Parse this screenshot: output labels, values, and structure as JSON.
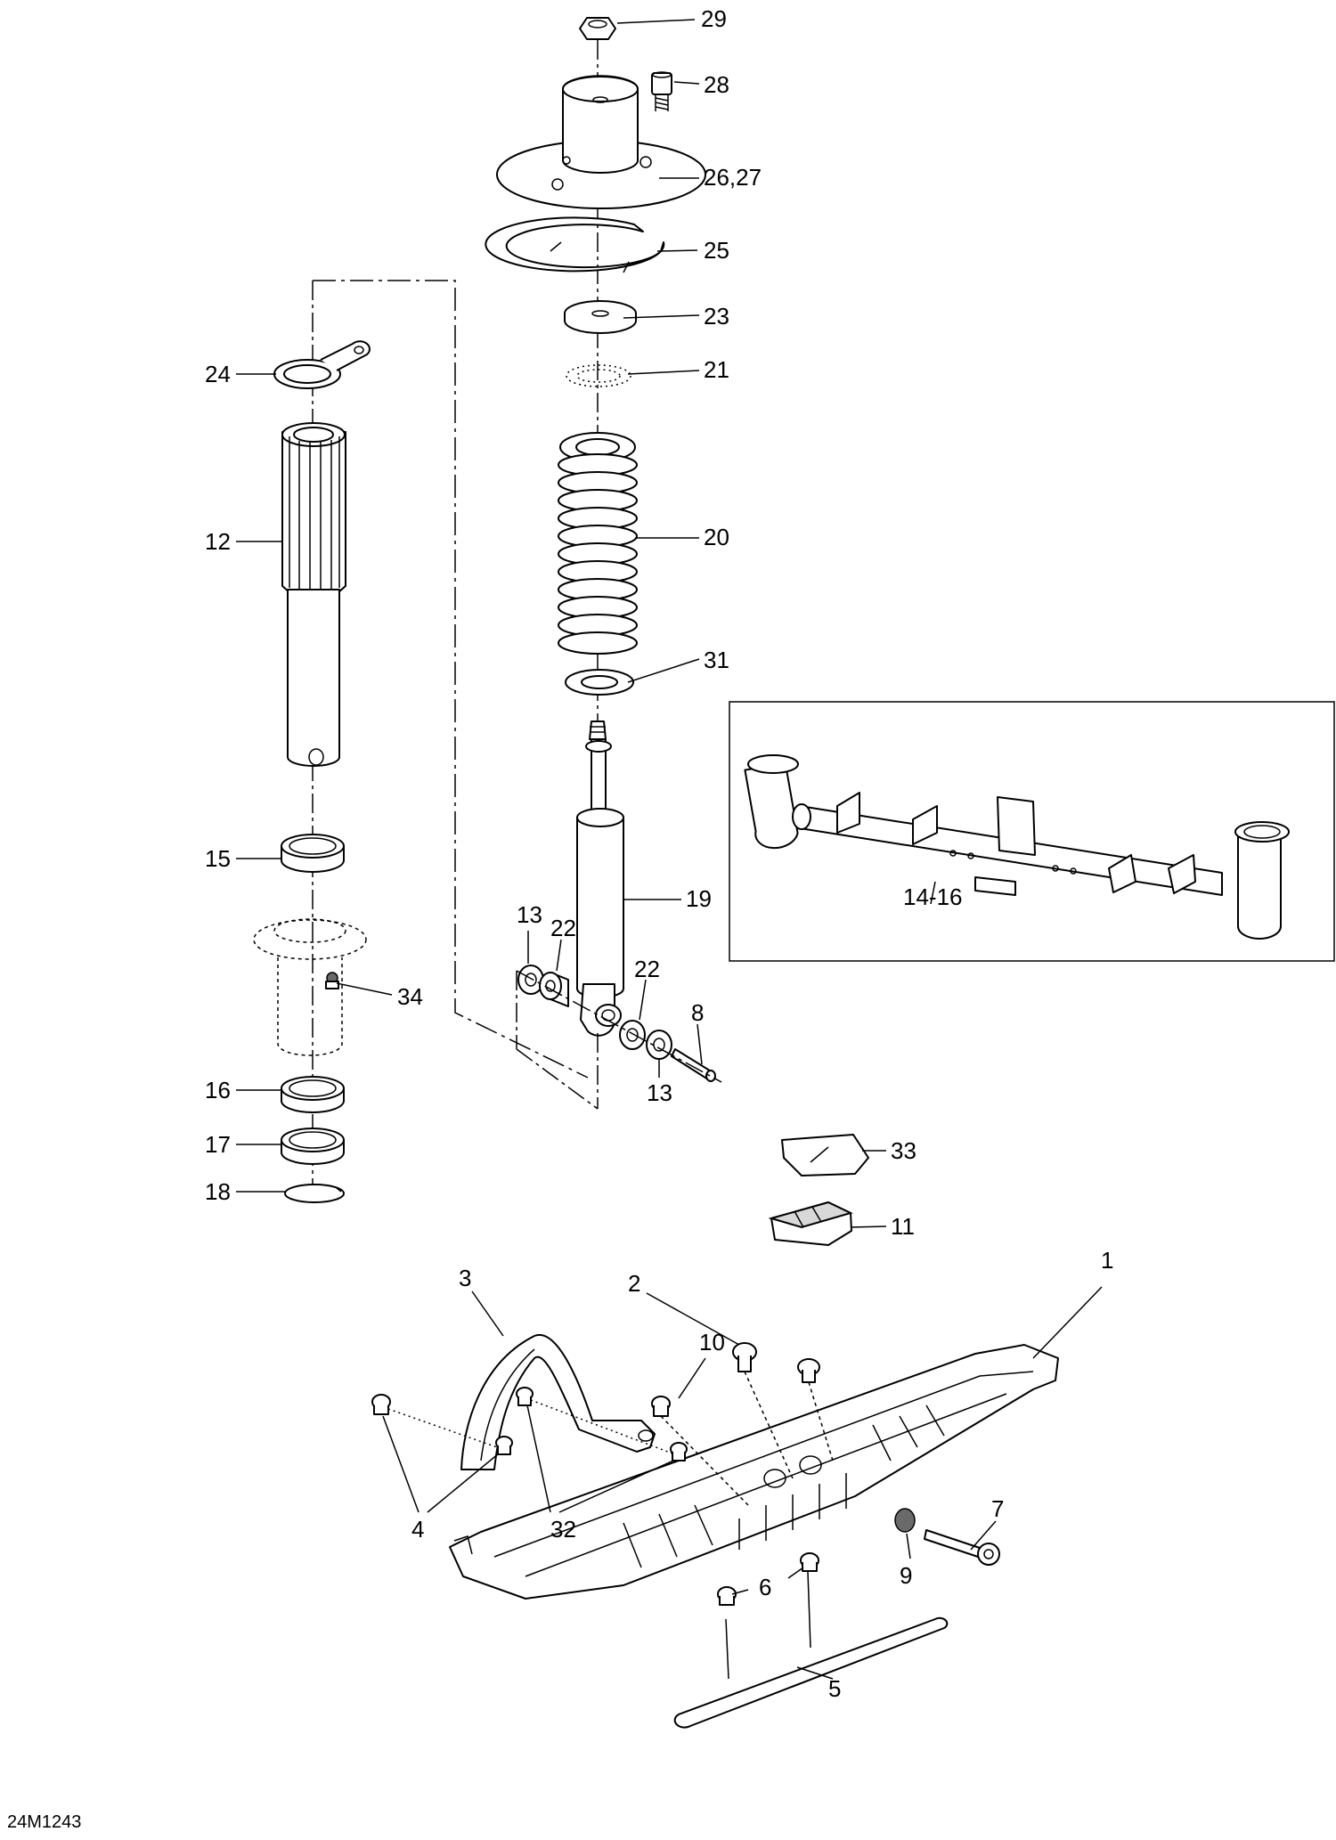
{
  "diagram_code": "24M1243",
  "callouts": {
    "c29": "29",
    "c28": "28",
    "c2627": "26,27",
    "c25": "25",
    "c23": "23",
    "c21": "21",
    "c20": "20",
    "c31": "31",
    "c19": "19",
    "c24": "24",
    "c12": "12",
    "c15": "15",
    "c34": "34",
    "c16": "16",
    "c17": "17",
    "c18": "18",
    "c13a": "13",
    "c22a": "22",
    "c22b": "22",
    "c8": "8",
    "c13b": "13",
    "c1416": "14-16",
    "c33": "33",
    "c11": "11",
    "c1": "1",
    "c2": "2",
    "c3": "3",
    "c10": "10",
    "c4": "4",
    "c32": "32",
    "c7": "7",
    "c9": "9",
    "c6": "6",
    "c5": "5"
  }
}
